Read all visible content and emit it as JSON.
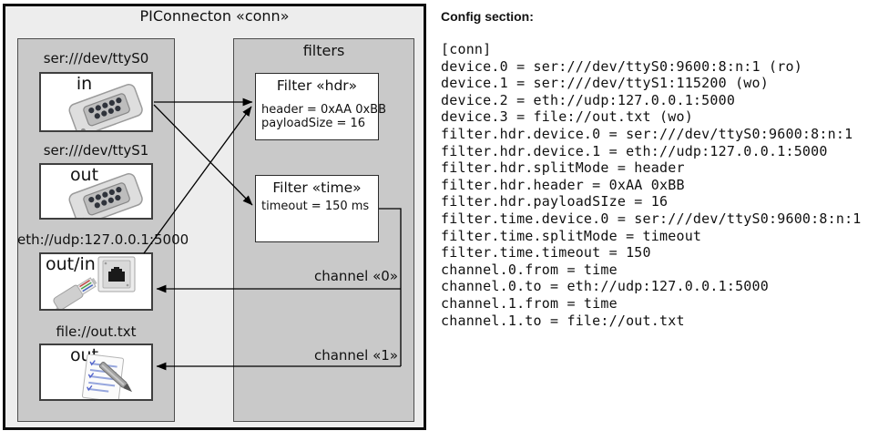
{
  "diagram": {
    "title": "PIConnecton «conn»",
    "devices": [
      {
        "uri": "ser:///dev/ttyS0",
        "direction": "in",
        "icon": "serial-connector"
      },
      {
        "uri": "ser:///dev/ttyS1",
        "direction": "out",
        "icon": "serial-connector"
      },
      {
        "uri": "eth://udp:127.0.0.1:5000",
        "direction": "out/in",
        "icon": "ethernet-jack-and-cable"
      },
      {
        "uri": "file://out.txt",
        "direction": "out",
        "icon": "notepad-with-pen"
      }
    ],
    "filters_panel_title": "filters",
    "filters": [
      {
        "title": "Filter «hdr»",
        "params": [
          "header = 0xAA 0xBB",
          "payloadSize = 16"
        ]
      },
      {
        "title": "Filter «time»",
        "params": [
          "timeout = 150 ms"
        ]
      }
    ],
    "channels": [
      {
        "label": "channel «0»"
      },
      {
        "label": "channel «1»"
      }
    ],
    "colors": {
      "outer_fill": "#ededed",
      "panel_fill": "#c9c9c9",
      "box_fill": "#ffffff",
      "line": "#000000"
    }
  },
  "config": {
    "heading": "Config section:",
    "lines": [
      "[conn]",
      "device.0 = ser:///dev/ttyS0:9600:8:n:1 (ro)",
      "device.1 = ser:///dev/ttyS1:115200 (wo)",
      "device.2 = eth://udp:127.0.0.1:5000",
      "device.3 = file://out.txt (wo)",
      "filter.hdr.device.0 = ser:///dev/ttyS0:9600:8:n:1",
      "filter.hdr.device.1 = eth://udp:127.0.0.1:5000",
      "filter.hdr.splitMode = header",
      "filter.hdr.header = 0xAA 0xBB",
      "filter.hdr.payloadSIze = 16",
      "filter.time.device.0 = ser:///dev/ttyS0:9600:8:n:1",
      "filter.time.splitMode = timeout",
      "filter.time.timeout = 150",
      "channel.0.from = time",
      "channel.0.to = eth://udp:127.0.0.1:5000",
      "channel.1.from = time",
      "channel.1.to = file://out.txt"
    ]
  }
}
